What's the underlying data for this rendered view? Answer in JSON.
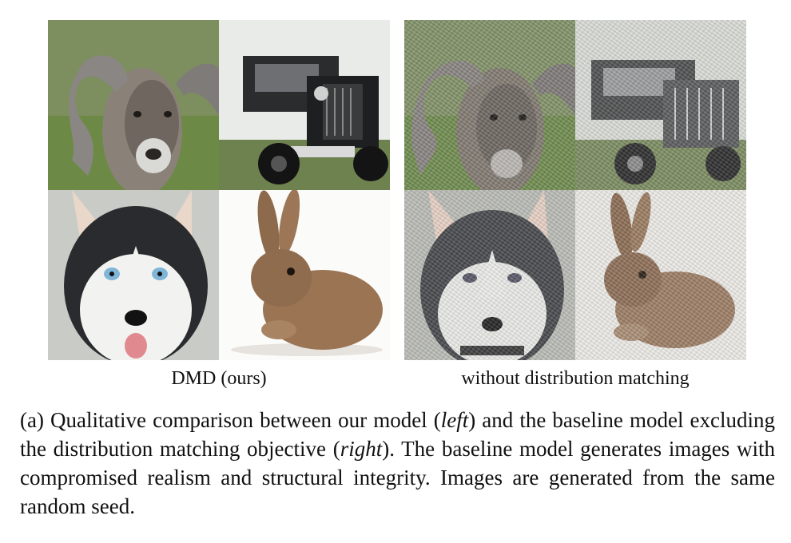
{
  "figure": {
    "left_panel": {
      "label": "DMD (ours)",
      "images": [
        {
          "subject": "ram"
        },
        {
          "subject": "truck"
        },
        {
          "subject": "husky"
        },
        {
          "subject": "rabbit"
        }
      ]
    },
    "right_panel": {
      "label": "without distribution matching",
      "images": [
        {
          "subject": "ram"
        },
        {
          "subject": "truck"
        },
        {
          "subject": "husky"
        },
        {
          "subject": "rabbit"
        }
      ]
    },
    "caption": {
      "prefix": "(a) Qualitative comparison between our model (",
      "left_word": "left",
      "middle": ") and the baseline model excluding the distribution matching objective (",
      "right_word": "right",
      "suffix": "). The baseline model generates images with compromised realism and structural integrity. Images are generated from the same random seed."
    }
  }
}
